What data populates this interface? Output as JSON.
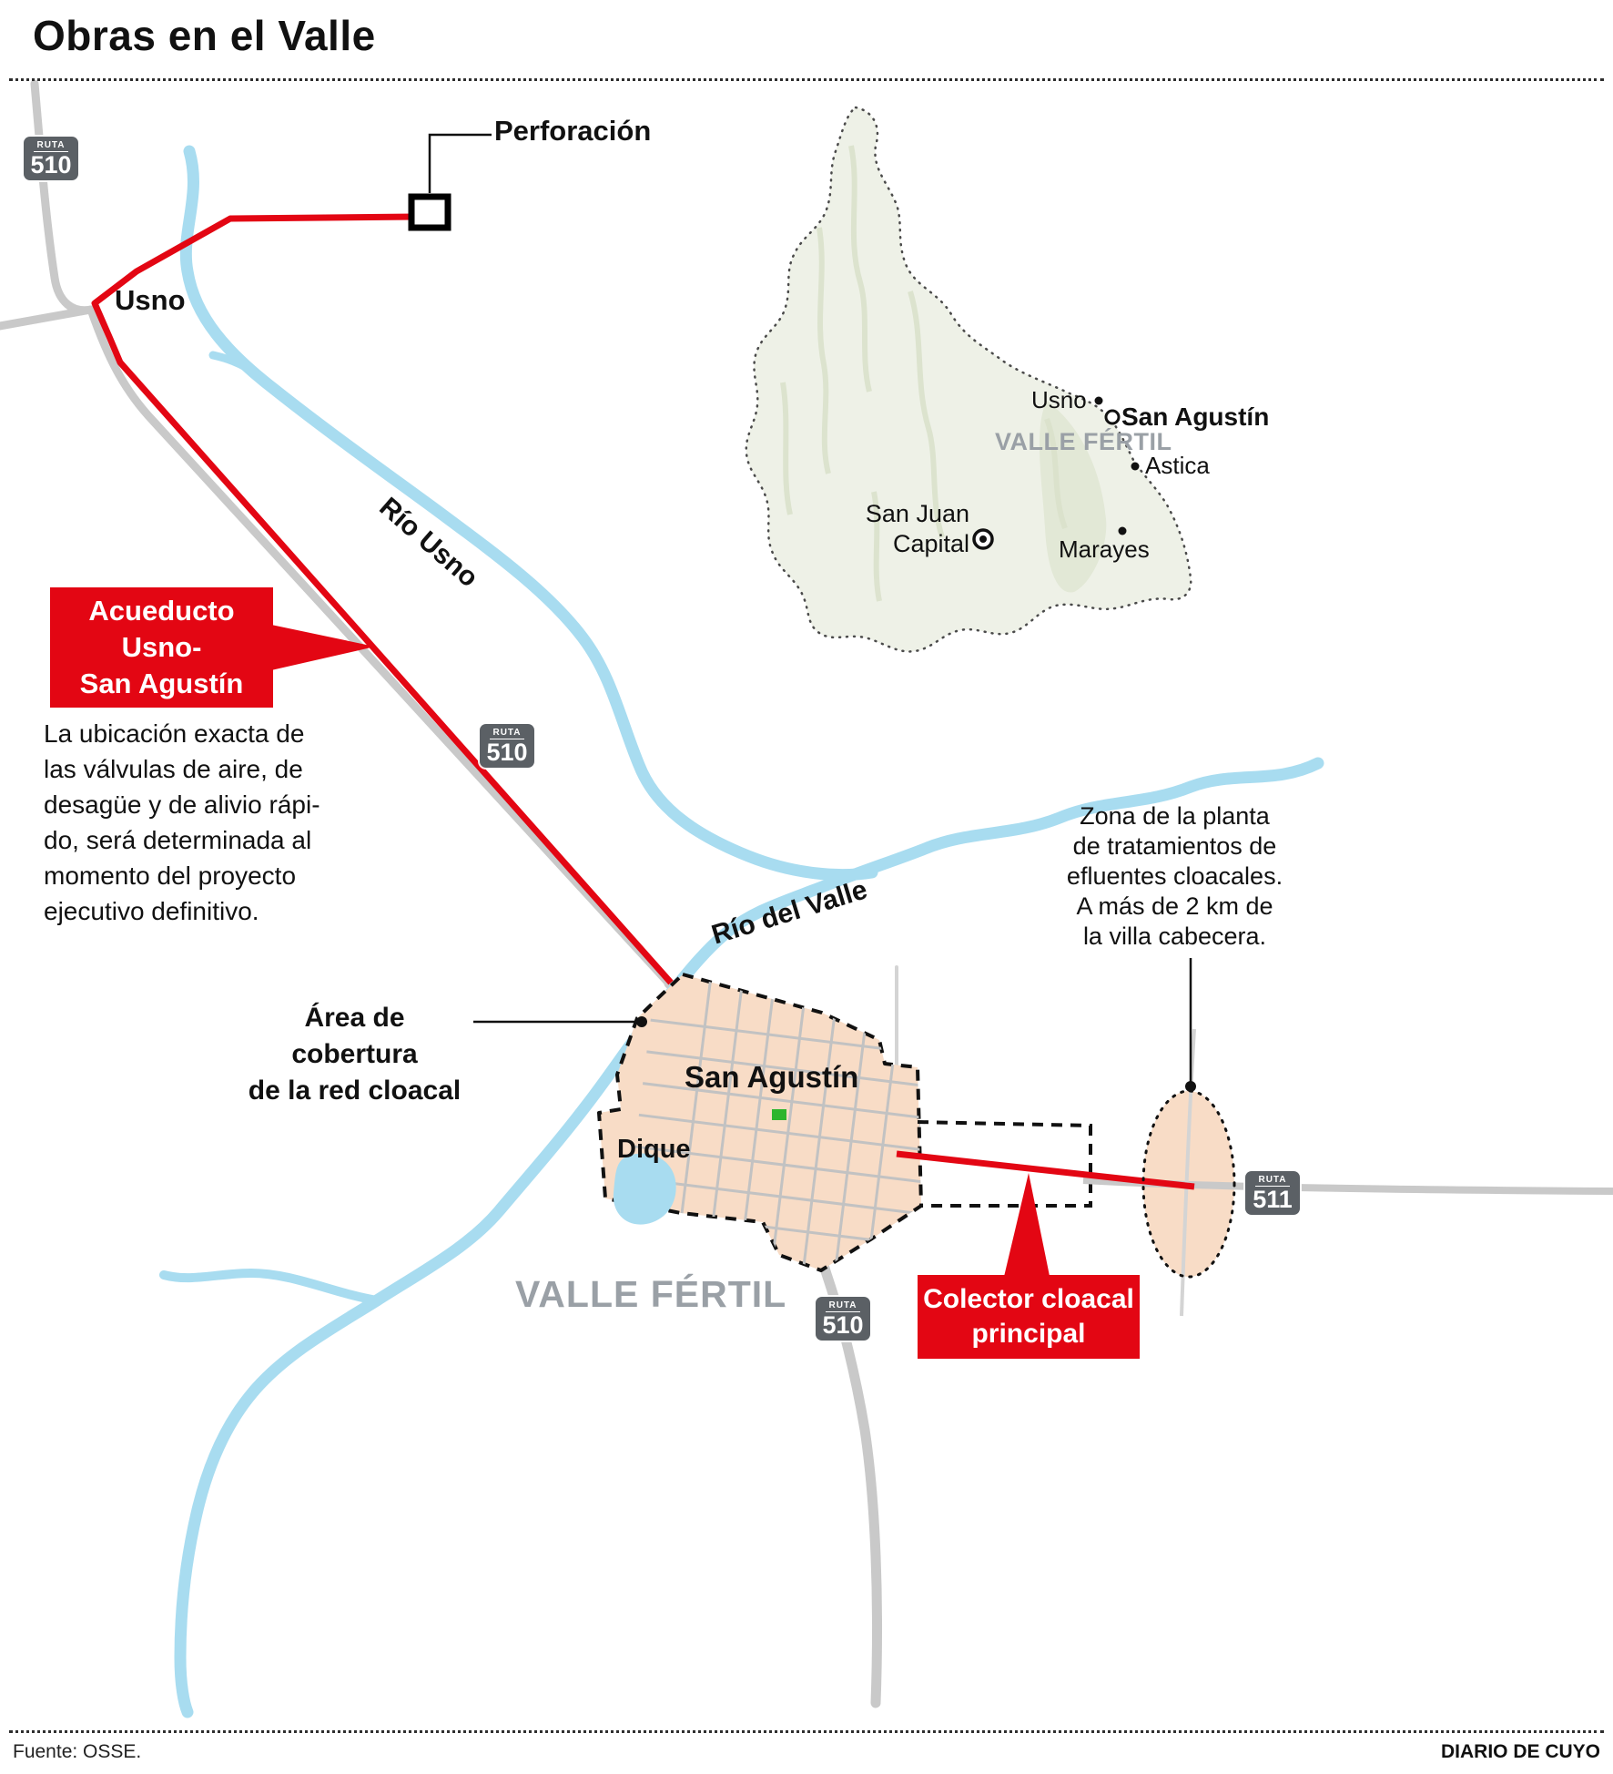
{
  "title": "Obras en el Valle",
  "footer": {
    "source": "Fuente: OSSE.",
    "credit": "DIARIO DE CUYO"
  },
  "colors": {
    "red": "#e30613",
    "peach": "#f8dcc6",
    "river": "#a8dcf0",
    "road": "#c9c9c9",
    "muted_gray": "#9aa0a6"
  },
  "map": {
    "perforacion_label": "Perforación",
    "usno_label": "Usno",
    "rio_usno_label": "Río Usno",
    "rio_del_valle_label": "Río del Valle",
    "san_agustin_label": "San Agustín",
    "dique_label": "Dique",
    "valle_fertil_label": "VALLE FÉRTIL",
    "area_cobertura_label": "Área de cobertura\nde la red cloacal",
    "zona_text": "Zona de la planta\nde tratamientos de\nefluentes cloacales.\nA más de 2 km de\nla villa cabecera.",
    "acueducto_callout": "Acueducto\nUsno-\nSan Agustín",
    "colector_callout": "Colector cloacal\nprincipal",
    "paragraph": "La ubicación exacta de\nlas válvulas de aire, de\ndesagüe y de alivio rápi-\ndo, será determinada al\nmomento del proyecto\nejecutivo definitivo.",
    "shield_ruta": "RUTA",
    "shield_510": "510",
    "shield_511": "511"
  },
  "inset": {
    "usno_label": "Usno",
    "san_agustin_label": "San Agustín",
    "valle_fertil_label": "VALLE FÉRTIL",
    "astica_label": "Astica",
    "san_juan_capital_label": "San Juan\nCapital",
    "marayes_label": "Marayes"
  }
}
